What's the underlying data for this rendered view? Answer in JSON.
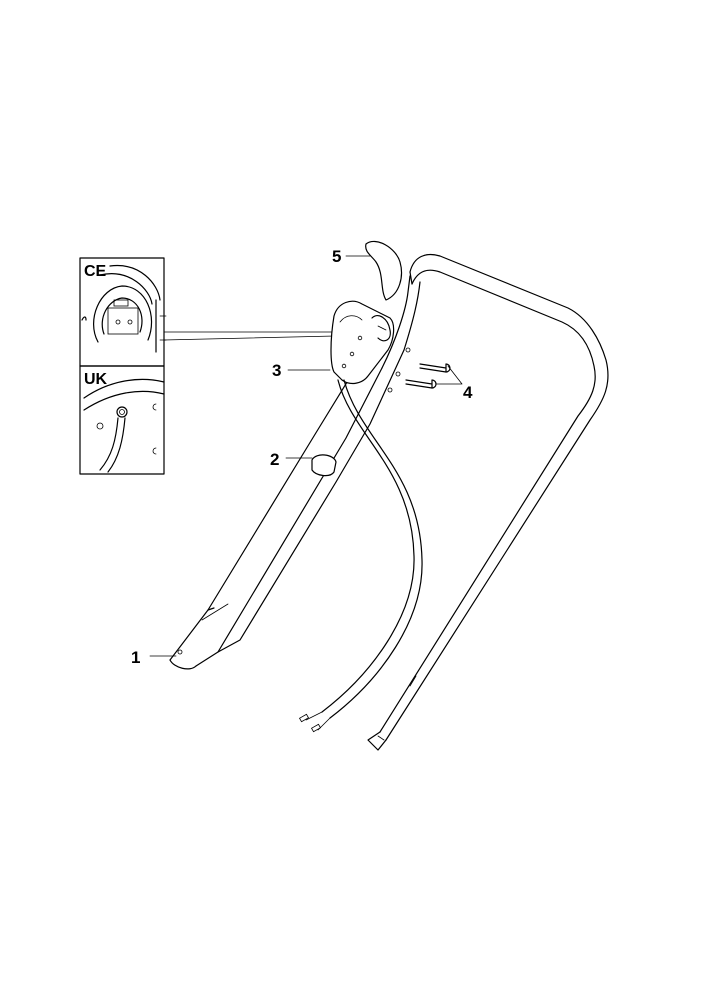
{
  "insets": [
    {
      "id": "ce",
      "label": "CE"
    },
    {
      "id": "uk",
      "label": "UK"
    }
  ],
  "parts": [
    {
      "number": "1",
      "name": "lower-handle"
    },
    {
      "number": "2",
      "name": "cable-clip"
    },
    {
      "number": "3",
      "name": "switch-box"
    },
    {
      "number": "4",
      "name": "screws"
    },
    {
      "number": "5",
      "name": "lever-cover"
    }
  ],
  "colors": {
    "line": "#000000",
    "background": "#ffffff"
  }
}
